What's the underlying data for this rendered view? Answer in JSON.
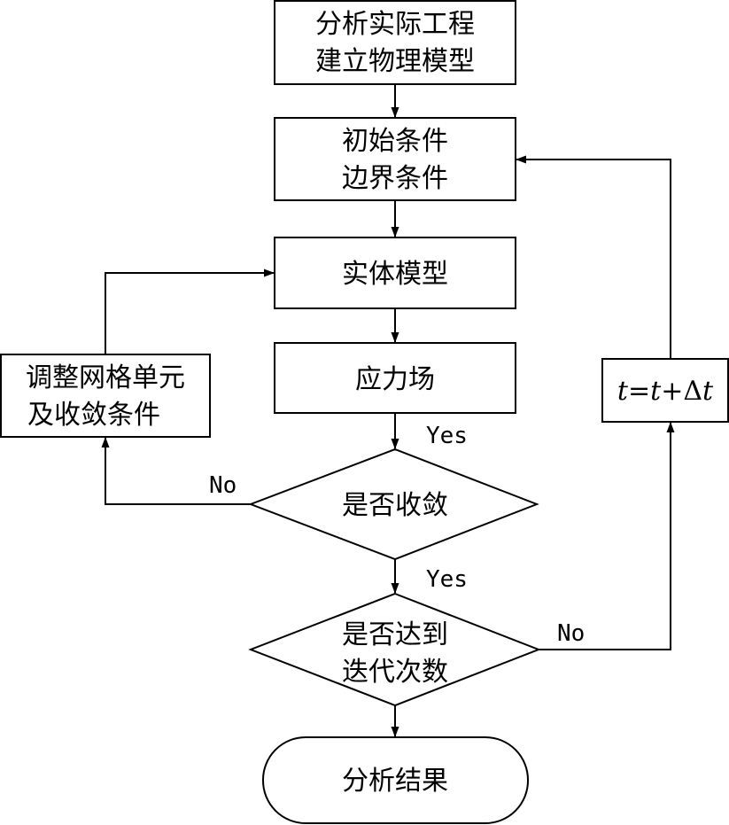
{
  "nodes": {
    "analyze": {
      "line1": "分析实际工程",
      "line2": "建立物理模型"
    },
    "conditions": {
      "line1": "初始条件",
      "line2": "边界条件"
    },
    "solid_model": {
      "label": "实体模型"
    },
    "stress_field": {
      "label": "应力场"
    },
    "adjust_mesh": {
      "line1": "调整网格单元",
      "line2": "及收敛条件"
    },
    "converged": {
      "label": "是否收敛"
    },
    "iterations_reached": {
      "line1": "是否达到",
      "line2": "迭代次数"
    },
    "result": {
      "label": "分析结果"
    },
    "time_step": {
      "t1": "t",
      "eq": "=",
      "t2": "t",
      "plus_delta": "+Δ",
      "t3": "t"
    }
  },
  "edge_labels": {
    "yes_after_stress": "Yes",
    "no_converge": "No",
    "yes_converged": "Yes",
    "no_iterations": "No"
  }
}
